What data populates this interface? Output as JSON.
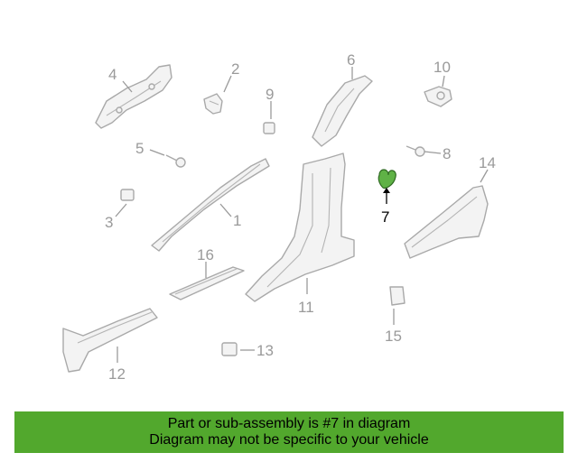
{
  "diagram": {
    "highlight_color": "#5fb246",
    "banner_color": "#52a82d",
    "callouts": [
      "1",
      "2",
      "3",
      "4",
      "5",
      "6",
      "7",
      "8",
      "9",
      "10",
      "11",
      "12",
      "13",
      "14",
      "15",
      "16"
    ],
    "highlighted": "7"
  },
  "banner": {
    "line1": "Part or sub-assembly is #7 in diagram",
    "line2": "Diagram may not be specific to your vehicle"
  }
}
